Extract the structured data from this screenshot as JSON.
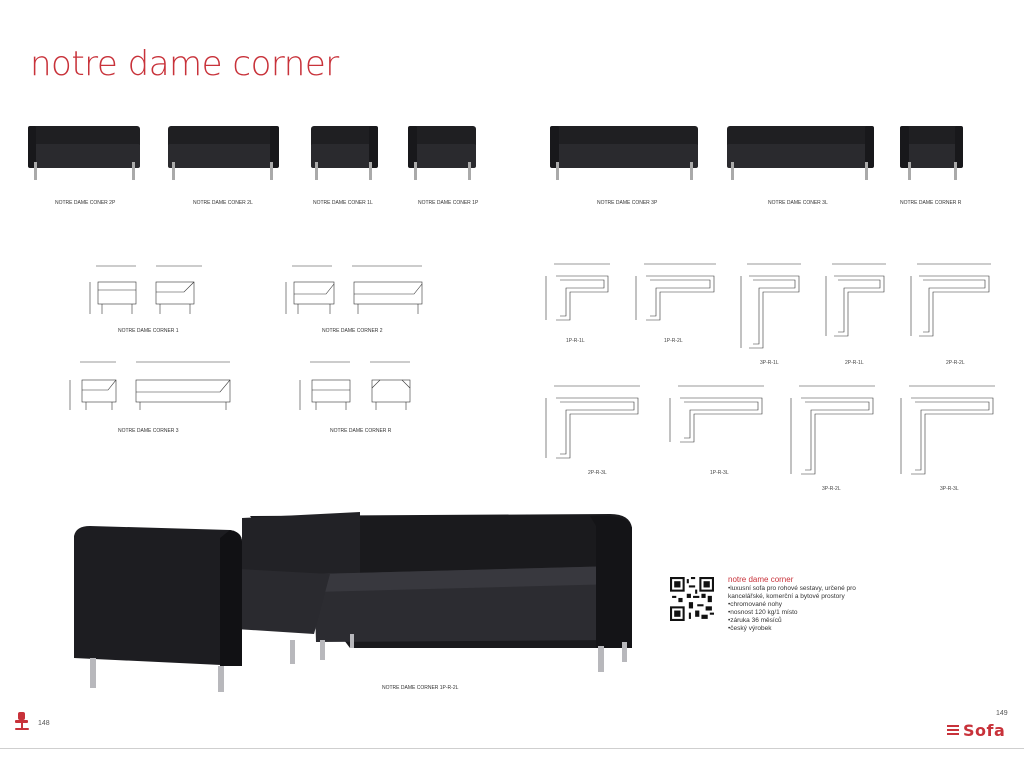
{
  "title": "notre dame corner",
  "products": [
    {
      "label": "NOTRE DAME CONER 2P"
    },
    {
      "label": "NOTRE DAME CONER 2L"
    },
    {
      "label": "NOTRE DAME CONER 1L"
    },
    {
      "label": "NOTRE DAME CONER 1P"
    },
    {
      "label": "NOTRE DAME CONER 3P"
    },
    {
      "label": "NOTRE DAME CONER 3L"
    },
    {
      "label": "NOTRE DAME CORNER R"
    }
  ],
  "drawings": [
    {
      "label": "NOTRE DAME CORNER 1"
    },
    {
      "label": "NOTRE DAME CORNER 2"
    },
    {
      "label": "NOTRE DAME CORNER 3"
    },
    {
      "label": "NOTRE DAME CORNER R"
    }
  ],
  "layouts": [
    {
      "label": "1P-R-1L"
    },
    {
      "label": "1P-R-2L"
    },
    {
      "label": "3P-R-1L"
    },
    {
      "label": "2P-R-1L"
    },
    {
      "label": "2P-R-2L"
    },
    {
      "label": "2P-R-3L"
    },
    {
      "label": "1P-R-3L"
    },
    {
      "label": "3P-R-2L"
    },
    {
      "label": "3P-R-3L"
    }
  ],
  "hero_caption": "NOTRE DAME CORNER 1P-R-2L",
  "info": {
    "title": "notre dame corner",
    "items": [
      "luxusní sofa pro rohové sestavy, určené pro kancelářské, komerční a bytové prostory",
      "chromované nohy",
      "nosnost 120 kg/1 místo",
      "záruka 36 měsíců",
      "český výrobek"
    ]
  },
  "page_left": "148",
  "page_right": "149",
  "brand": "Sofa",
  "colors": {
    "accent": "#c8323a",
    "leather": "#1c1c1f"
  }
}
